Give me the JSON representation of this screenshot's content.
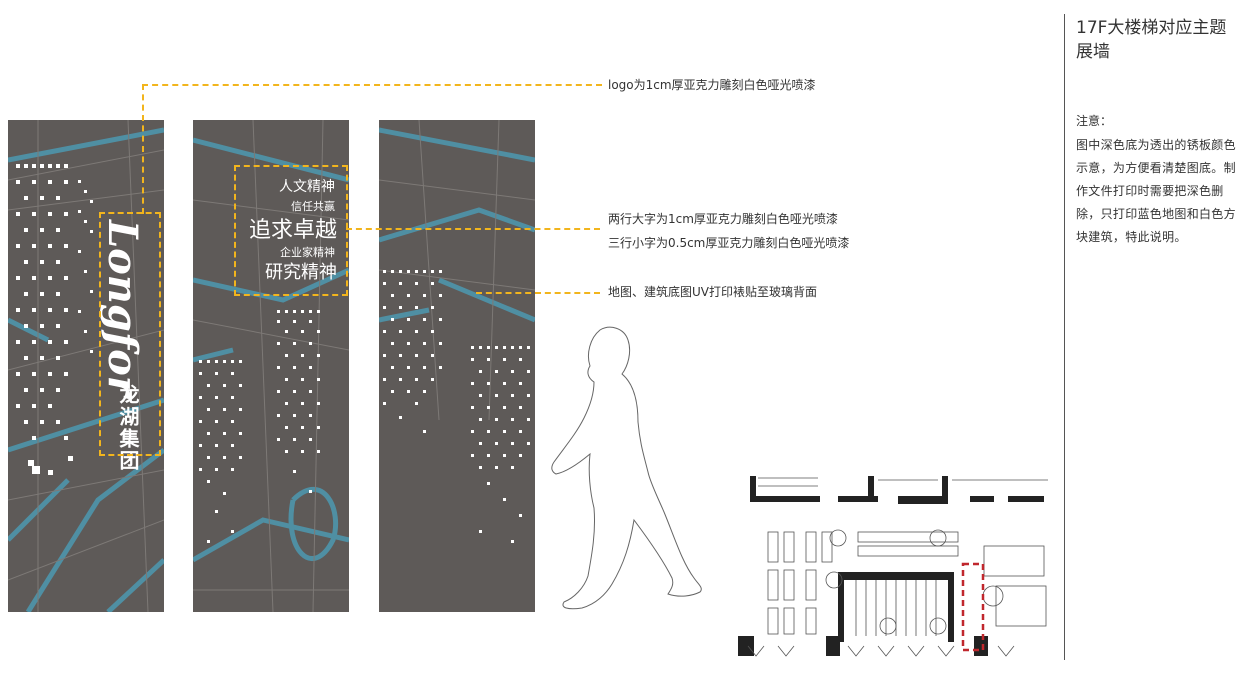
{
  "sidebar": {
    "title": "17F大楼梯对应主题展墙",
    "note_heading": "注意：",
    "note_body": "图中深色底为透出的锈板颜色示意，为方便看清楚图底。制作文件打印时需要把深色删除，只打印蓝色地图和白色方块建筑，特此说明。"
  },
  "annotations": {
    "logo": "logo为1cm厚亚克力雕刻白色哑光喷漆",
    "large_text": "两行大字为1cm厚亚克力雕刻白色哑光喷漆",
    "small_text": "三行小字为0.5cm厚亚克力雕刻白色哑光喷漆",
    "map": "地图、建筑底图UV打印裱贴至玻璃背面"
  },
  "panel1": {
    "logo_en": "Longfor",
    "logo_cn": "龙湖集团"
  },
  "panel2": {
    "line1": "人文精神",
    "line2": "信任共赢",
    "line3": "追求卓越",
    "line4": "企业家精神",
    "line5": "研究精神"
  },
  "colors": {
    "panel_bg": "#5e5a58",
    "map_blue": "#4f8fa3",
    "dash": "#f2b51d",
    "marker": "#c0272d"
  }
}
